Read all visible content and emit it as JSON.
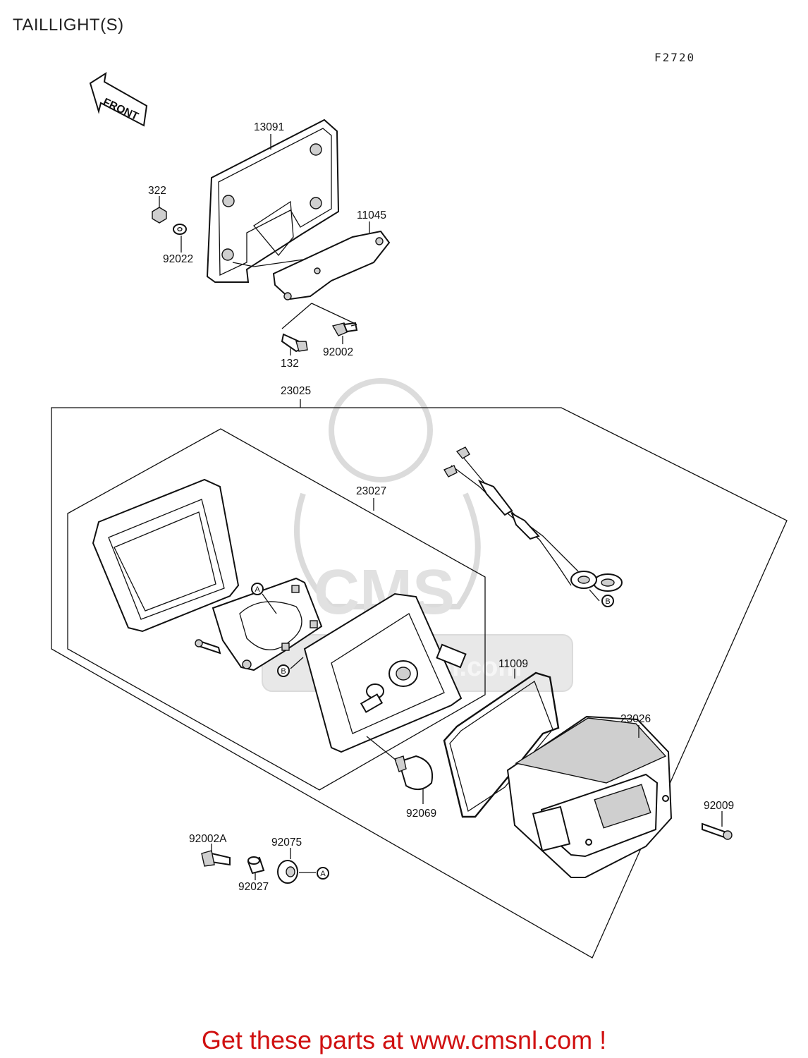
{
  "header": {
    "title": "TAILLIGHT(S)",
    "figure_code": "F2720"
  },
  "direction_arrow": {
    "label": "FRONT"
  },
  "parts": [
    {
      "id": "p-13091",
      "number": "13091"
    },
    {
      "id": "p-322",
      "number": "322"
    },
    {
      "id": "p-11045",
      "number": "11045"
    },
    {
      "id": "p-92022",
      "number": "92022"
    },
    {
      "id": "p-132",
      "number": "132"
    },
    {
      "id": "p-92002",
      "number": "92002"
    },
    {
      "id": "p-23025",
      "number": "23025"
    },
    {
      "id": "p-23027",
      "number": "23027"
    },
    {
      "id": "p-11009",
      "number": "11009"
    },
    {
      "id": "p-23026",
      "number": "23026"
    },
    {
      "id": "p-92069",
      "number": "92069"
    },
    {
      "id": "p-92009",
      "number": "92009"
    },
    {
      "id": "p-92002A",
      "number": "92002A"
    },
    {
      "id": "p-92075",
      "number": "92075"
    },
    {
      "id": "p-92027",
      "number": "92027"
    }
  ],
  "reference_markers": {
    "a": "A",
    "b": "B"
  },
  "watermark": {
    "logo_text": "CMS",
    "url_text": "www.cmsnl.com"
  },
  "footer": {
    "promo_text": "Get these parts at www.cmsnl.com !",
    "color": "#d01010"
  }
}
